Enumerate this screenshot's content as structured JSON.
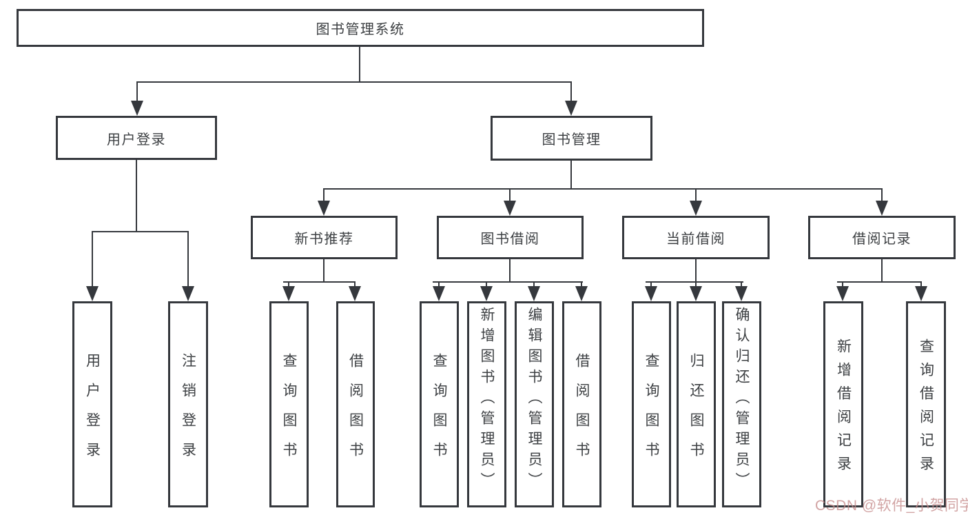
{
  "diagram": {
    "root": {
      "label": "图书管理系统"
    },
    "level2": [
      {
        "label": "用户登录"
      },
      {
        "label": "图书管理"
      }
    ],
    "level3": [
      {
        "label": "新书推荐"
      },
      {
        "label": "图书借阅"
      },
      {
        "label": "当前借阅"
      },
      {
        "label": "借阅记录"
      }
    ],
    "leaves": {
      "user_login": [
        "用户登录",
        "注销登录"
      ],
      "new_book": [
        "查询图书",
        "借阅图书"
      ],
      "borrow": [
        "查询图书",
        "新增图书（管理员）",
        "编辑图书（管理员）",
        "借阅图书"
      ],
      "current": [
        "查询图书",
        "归还图书",
        "确认归还（管理员）"
      ],
      "records": [
        "新增借阅记录",
        "查询借阅记录"
      ]
    }
  },
  "watermark": "CSDN @软件_小贺同学",
  "colors": {
    "line": "#35383d",
    "text": "#3d4043",
    "watermark": "#c58b8b",
    "background": "#ffffff"
  }
}
